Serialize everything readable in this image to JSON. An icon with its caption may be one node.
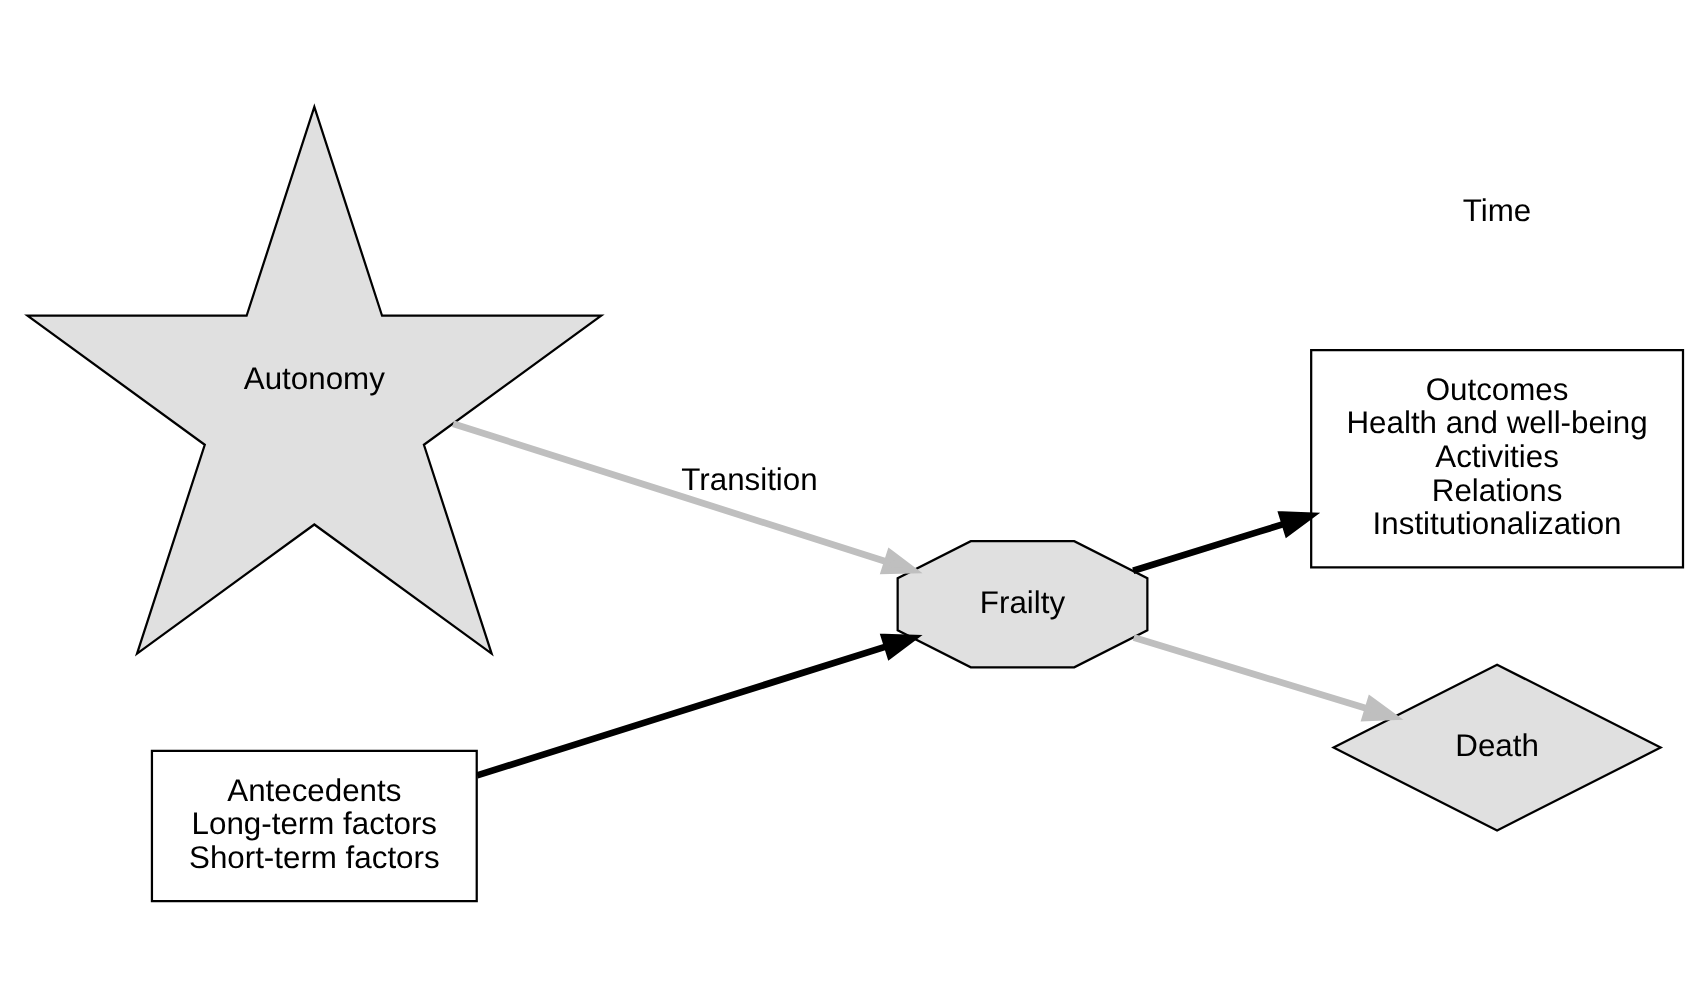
{
  "diagram": {
    "nodes": [
      {
        "text": [
          "Autonomy"
        ]
      },
      {
        "text": [
          "Antecedents",
          "Long-term factors",
          "Short-term factors"
        ]
      },
      {
        "text": [
          "Frailty"
        ]
      },
      {
        "text": [
          "Outcomes",
          "Health and well-being",
          "Activities",
          "Relations",
          "Institutionalization"
        ]
      },
      {
        "text": [
          "Death"
        ]
      }
    ],
    "edges": [
      {
        "from": 0,
        "to": 2,
        "arrow": "to",
        "label": "Transition",
        "color": "#bfbfbf"
      },
      {
        "from": 1,
        "to": 2,
        "arrow": "to",
        "color": "#000000"
      },
      {
        "from": 2,
        "to": 3,
        "arrow": "to",
        "color": "#000000"
      },
      {
        "from": 2,
        "to": 4,
        "arrow": "to",
        "color": "#bfbfbf"
      }
    ],
    "labels": [
      "Time"
    ]
  }
}
